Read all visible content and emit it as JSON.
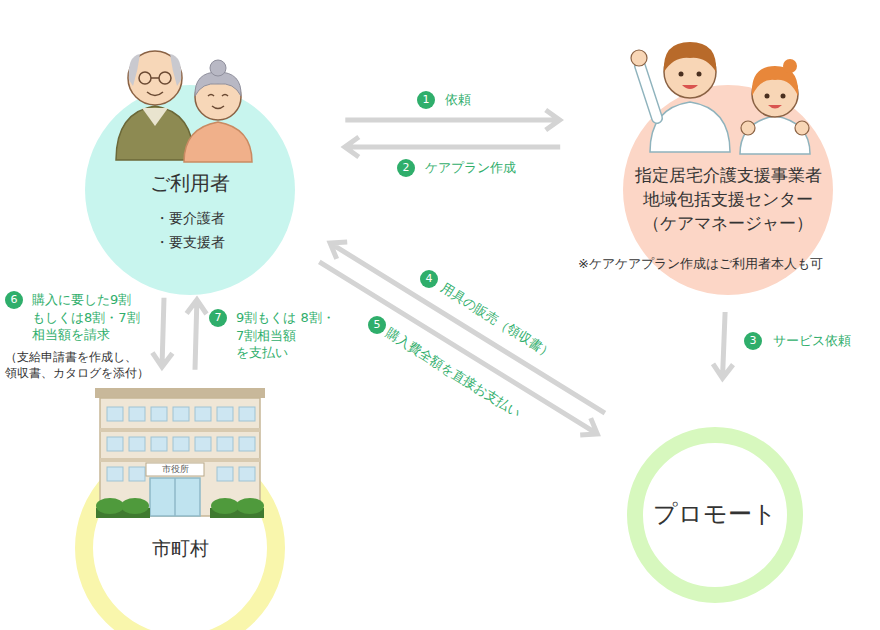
{
  "diagram": {
    "nodes": [
      {
        "text": [
          "ご利用者",
          "・要介護者",
          "・要支援者"
        ]
      },
      {
        "text": [
          "指定居宅介護支援事業者 地域包括支援センター （ケアマネージャー）"
        ]
      },
      {
        "text": [
          "市町村"
        ]
      },
      {
        "text": [
          "プロモート"
        ]
      }
    ],
    "edges": [
      {
        "from": 0,
        "to": 1,
        "label": "依頼",
        "arrow": "to"
      },
      {
        "from": 1,
        "to": 0,
        "label": "ケアプラン作成",
        "arrow": "to"
      },
      {
        "from": 1,
        "to": 3,
        "label": "サービス依頼",
        "arrow": "to"
      },
      {
        "from": 3,
        "to": 0,
        "label": "用具の販売（領収書）",
        "arrow": "to"
      },
      {
        "from": 0,
        "to": 3,
        "label": "購入費全額を直接お支払い",
        "arrow": "to"
      },
      {
        "from": 0,
        "to": 2,
        "label": "購入に要した9割 もしくは8割・7割 相当額を請求",
        "arrow": "to"
      },
      {
        "from": 2,
        "to": 0,
        "label": "9割もくは 8割・7割相当額 を支払い",
        "arrow": "to"
      }
    ],
    "labels": [
      "1",
      "2",
      "3",
      "4",
      "5",
      "6",
      "7",
      "※ケアケアプラン作成はご利用者本人も可",
      "（支給申請書を作成し、 領収書、カタログを添付）",
      "市役所"
    ]
  }
}
